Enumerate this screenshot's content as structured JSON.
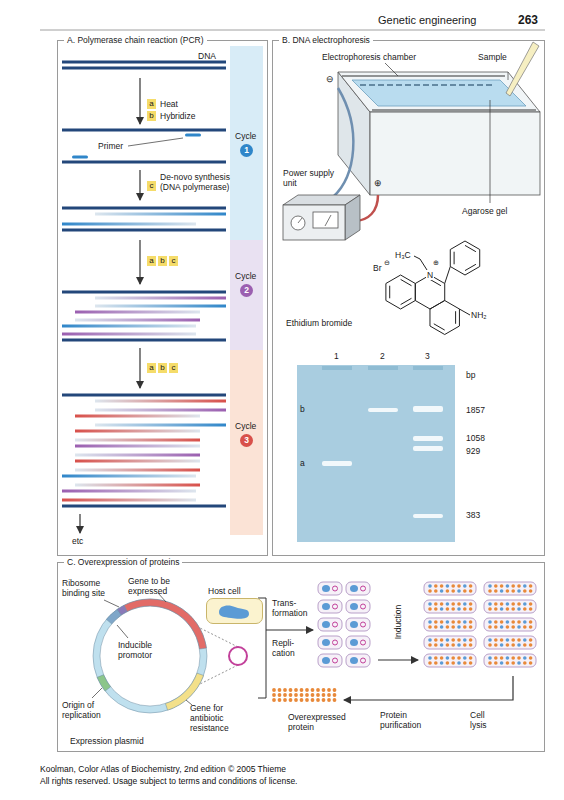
{
  "diagram": {
    "nodes": [
      {
        "text": [
          "A. Polymerase chain reaction (PCR)"
        ]
      },
      {
        "text": [
          "B. DNA electrophoresis"
        ]
      },
      {
        "text": [
          "C. Overexpression of proteins"
        ]
      },
      {
        "text": [
          "Host cell"
        ],
        "in": 2
      }
    ],
    "labels": [
      "Genetic engineering",
      "263",
      "DNA",
      "a",
      "Heat",
      "b",
      "Hybridize",
      "Primer",
      "Cycle",
      "1",
      "c",
      "De-novo synthesis (DNA polymerase)",
      "a",
      "b",
      "c",
      "Cycle",
      "2",
      "a",
      "b",
      "c",
      "Cycle",
      "3",
      "etc",
      "Electrophoresis chamber",
      "Sample",
      "⊖",
      "⊕",
      "Power supply unit",
      "Agarose gel",
      "H₃C",
      "Br",
      "⊖",
      "N",
      "⊕",
      "NH₂",
      "Ethidium bromide",
      "1",
      "2",
      "3",
      "bp",
      "b",
      "a",
      "1857",
      "1058",
      "929",
      "383",
      "Ribosome binding site",
      "Gene to be expressed",
      "Inducible promotor",
      "Origin of replication",
      "Gene for antibiotic resistance",
      "Expression plasmid",
      "Trans- formation",
      "Repli- cation",
      "Induction",
      "Overexpressed protein",
      "Protein purification",
      "Cell lysis",
      "Koolman, Color Atlas of Biochemistry, 2nd edition © 2005 Thieme",
      "All rights reserved. Usage subject to terms and conditions of license."
    ]
  }
}
